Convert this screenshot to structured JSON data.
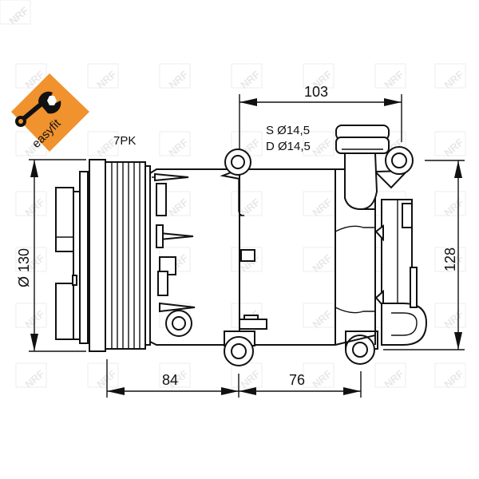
{
  "diagram": {
    "subject": "AC compressor technical drawing",
    "badge": {
      "label": "easyfit",
      "color": "#f0922e",
      "icon": "wrench-icon"
    },
    "watermark": "NRF",
    "labels": {
      "belt": "7PK",
      "suction": "S  Ø14,5",
      "discharge": "D  Ø14,5"
    },
    "dimensions": {
      "top_width": "103",
      "pulley_diameter": "Ø 130",
      "height": "128",
      "bottom_left": "84",
      "bottom_right": "76"
    },
    "colors": {
      "line": "#111111",
      "watermark": "#e6e6e6",
      "badge": "#f0922e"
    }
  }
}
